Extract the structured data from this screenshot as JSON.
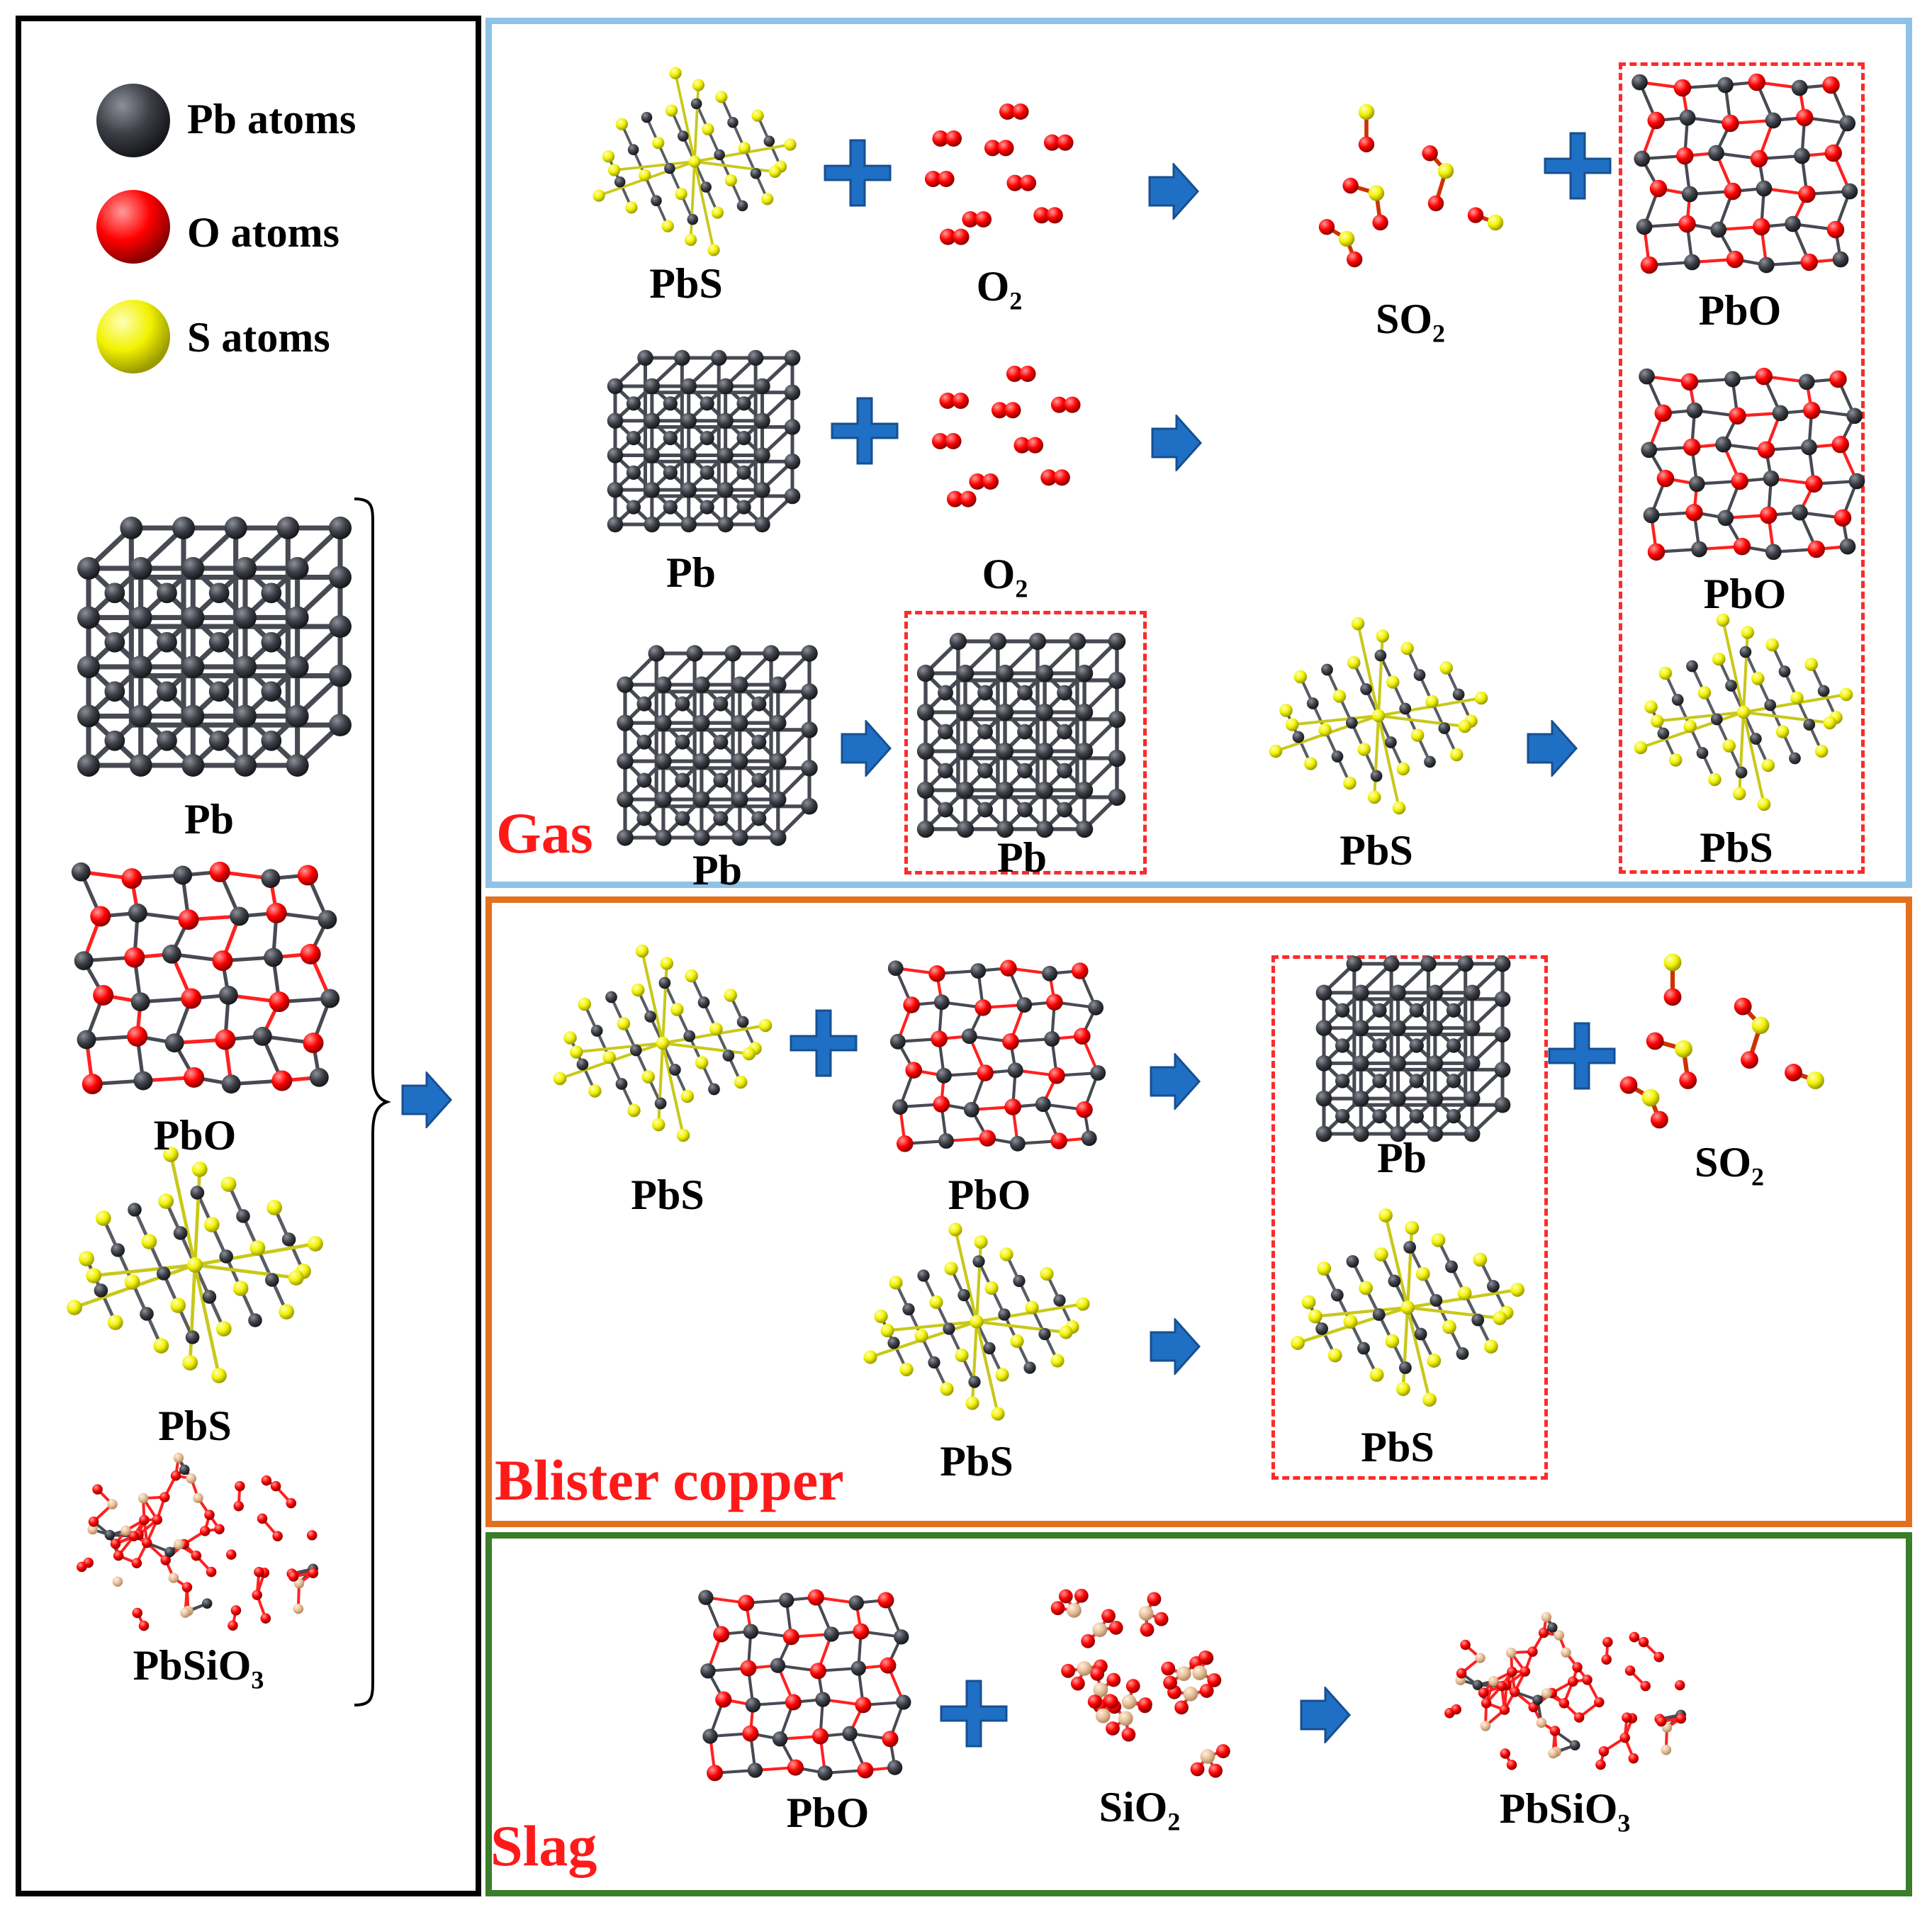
{
  "legend": {
    "pb_label": "Pb atoms",
    "o_label": "O  atoms",
    "s_label": "S   atoms"
  },
  "left_column": {
    "pb": "Pb",
    "pbo": "PbO",
    "pbs": "PbS",
    "pbsio3_base": "PbSiO",
    "pbsio3_sub": "3"
  },
  "gas": {
    "title": "Gas",
    "row1": {
      "reactant1": "PbS",
      "reactant2_base": "O",
      "reactant2_sub": "2",
      "product1_base": "SO",
      "product1_sub": "2",
      "product2": "PbO"
    },
    "row2": {
      "reactant1": "Pb",
      "reactant2_base": "O",
      "reactant2_sub": "2",
      "product": "PbO"
    },
    "row3": {
      "reactant1": "Pb",
      "product1": "Pb",
      "reactant2": "PbS",
      "product2": "PbS"
    }
  },
  "blister": {
    "title": "Blister copper",
    "row1": {
      "reactant1": "PbS",
      "reactant2": "PbO",
      "product1": "Pb",
      "product2_base": "SO",
      "product2_sub": "2"
    },
    "row2": {
      "reactant": "PbS",
      "product": "PbS"
    }
  },
  "slag": {
    "title": "Slag",
    "reactant1": "PbO",
    "reactant2_base": "SiO",
    "reactant2_sub": "2",
    "product_base": "PbSiO",
    "product_sub": "3"
  },
  "colors": {
    "pb_atom": "#3c3f46",
    "o_atom": "#ff0000",
    "s_atom": "#f2f200",
    "si_atom": "#e8c09a",
    "arrow": "#1f6fc4",
    "plus": "#1f6fc4",
    "gas_border": "#8ec2e6",
    "blister_border": "#e2701f",
    "slag_border": "#3a7d2a",
    "title_red": "#ff1a1a",
    "dashed_box": "#ff2a2a"
  },
  "icons": [
    "arrow-right-icon",
    "plus-icon",
    "brace-icon"
  ]
}
